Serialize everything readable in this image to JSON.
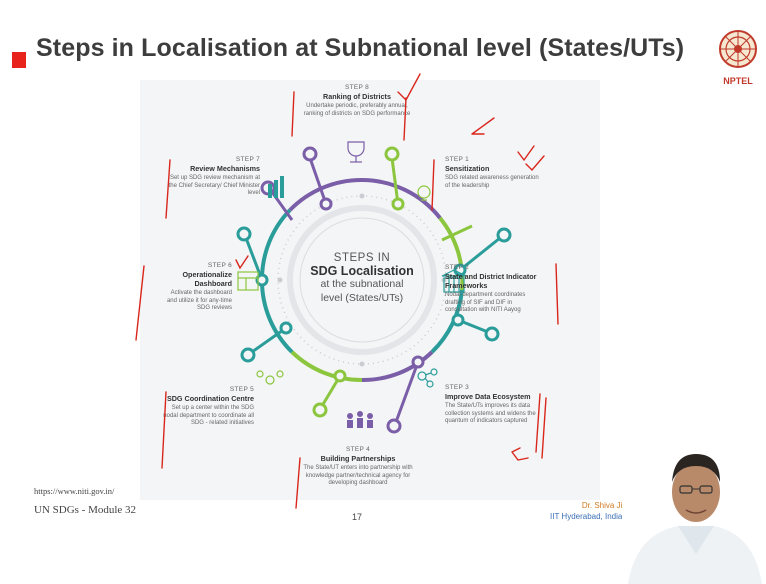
{
  "slide": {
    "title": "Steps in Localisation at Subnational level (States/UTs)",
    "logo_label": "NPTEL",
    "center": {
      "line1": "STEPS IN",
      "line2": "SDG Localisation",
      "line3": "at the subnational",
      "line4": "level (States/UTs)"
    },
    "steps": [
      {
        "num": "STEP 1",
        "name": "Sensitization",
        "desc": "SDG related awareness generation of the leadership"
      },
      {
        "num": "STEP 2",
        "name": "State and District Indicator Frameworks",
        "desc": "Nodal department coordinates drafting of SIF and DIF in consultation with NITI Aayog"
      },
      {
        "num": "STEP 3",
        "name": "Improve Data Ecosystem",
        "desc": "The State/UTs improves its data collection systems and widens the quantum of indicators captured"
      },
      {
        "num": "STEP 4",
        "name": "Building Partnerships",
        "desc": "The State/UT enters into partnership with knowledge partner/technical agency for developing dashboard"
      },
      {
        "num": "STEP 5",
        "name": "SDG Coordination Centre",
        "desc": "Set up a center within the SDG nodal department to coordinate all SDG - related initiatives"
      },
      {
        "num": "STEP 6",
        "name": "Operationalize Dashboard",
        "desc": "Activate the dashboard and utilize it for any-time SDG reviews"
      },
      {
        "num": "STEP 7",
        "name": "Review Mechanisms",
        "desc": "Set up SDG review mechanism at the Chief Secretary/ Chief Minister level"
      },
      {
        "num": "STEP 8",
        "name": "Ranking of Districts",
        "desc": "Undertake periodic, preferably annual, ranking of districts on SDG performance"
      }
    ],
    "footer": {
      "url": "https://www.niti.gov.in/",
      "module": "UN SDGs - Module 32",
      "page_number": "17",
      "author": "Dr. Shiva Ji",
      "institute": "IIT Hyderabad, India"
    }
  },
  "colors": {
    "accent_red": "#e8231b",
    "ring_teal": "#2a9d9a",
    "ring_purple": "#7b5ea8",
    "ring_green": "#8cc63f",
    "annotation_red": "#d9261c"
  }
}
